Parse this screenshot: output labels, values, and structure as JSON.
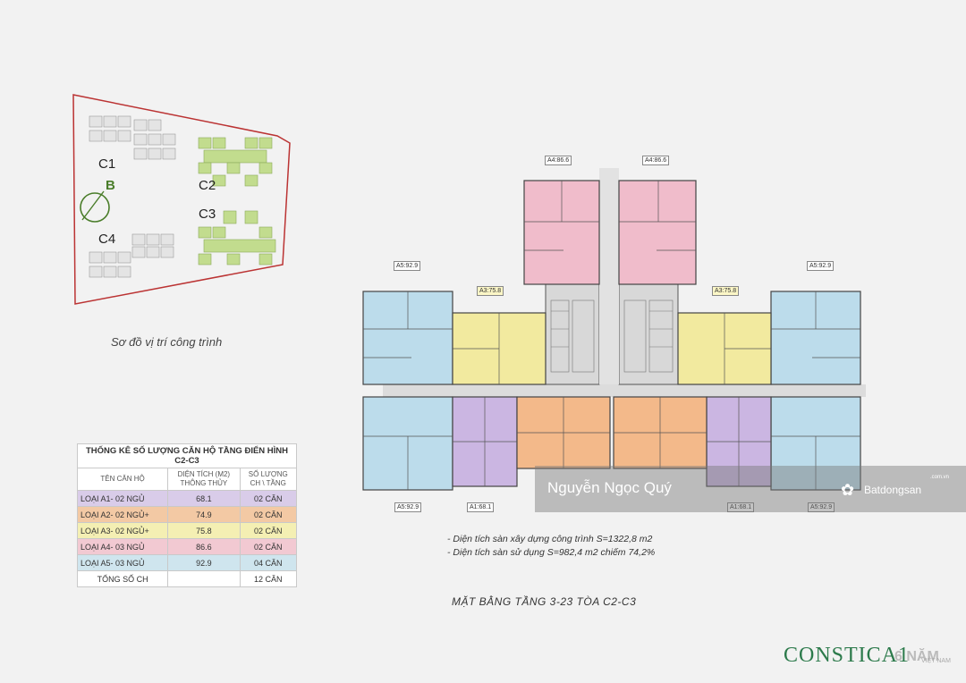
{
  "site_map": {
    "buildings": [
      "C1",
      "C2",
      "C3",
      "C4"
    ],
    "compass_label": "B",
    "caption": "Sơ đồ vị trí công trình"
  },
  "stats_table": {
    "title": "THỐNG KÊ SỐ LƯỢNG CĂN HỘ TẦNG ĐIỂN HÌNH C2-C3",
    "col_name": "TÊN CĂN HỘ",
    "col_area_1": "DIỆN TÍCH (M2)",
    "col_area_2": "THÔNG THỦY",
    "col_qty_1": "SỐ LƯỢNG",
    "col_qty_2": "CH \\ TẦNG",
    "rows": [
      {
        "name": "LOẠI A1- 02 NGỦ",
        "area": "68.1",
        "qty": "02 CĂN",
        "color": "#d9cce9"
      },
      {
        "name": "LOẠI A2- 02 NGỦ+",
        "area": "74.9",
        "qty": "02 CĂN",
        "color": "#f3c9a4"
      },
      {
        "name": "LOẠI A3- 02 NGỦ+",
        "area": "75.8",
        "qty": "02 CĂN",
        "color": "#f4efb3"
      },
      {
        "name": "LOẠI A4- 03 NGỦ",
        "area": "86.6",
        "qty": "02 CĂN",
        "color": "#f2c9d2"
      },
      {
        "name": "LOẠI A5- 03 NGỦ",
        "area": "92.9",
        "qty": "04 CĂN",
        "color": "#cfe5ee"
      }
    ],
    "total_label": "TỔNG SỐ CH",
    "total_value": "12 CĂN"
  },
  "floorplan": {
    "tags": {
      "a4_left": "A4:86.6",
      "a4_right": "A4:86.6",
      "a5_top_left": "A5:92.9",
      "a5_top_right": "A5:92.9",
      "a3_left": "A3:75.8",
      "a3_right": "A3:75.8",
      "a5_bottom_left": "A5:92.9",
      "a1_left": "A1:68.1",
      "a1_right": "A1:68.1",
      "a5_bottom_right": "A5:92.9"
    },
    "colors": {
      "a1": "#cbb6e2",
      "a2": "#f3b98a",
      "a3": "#f2ea9f",
      "a4": "#f0bccb",
      "a5": "#bcdceb",
      "core": "#d8d8d8"
    }
  },
  "notes": {
    "line1": "- Diện tích sàn xây dựng công trình S=1322,8 m2",
    "line2": "- Diện tích sàn sử dụng S=982,4 m2 chiếm 74,2%"
  },
  "plan_title": "MẶT BẰNG TẦNG 3-23 TÒA C2-C3",
  "watermark": {
    "name": "Nguyễn Ngọc Quý",
    "brand": "Batdongsan",
    "dotcom": ".com.vn"
  },
  "logo": {
    "text": "CONSTICA1",
    "suffix": "6 NĂM",
    "sub": "VIỆT NAM"
  }
}
